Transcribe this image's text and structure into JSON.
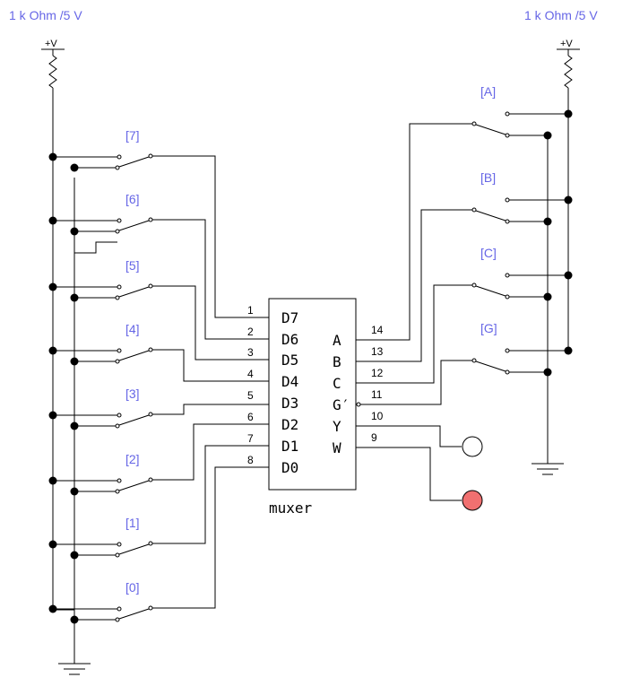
{
  "supply_labels": {
    "left": "1 k Ohm /5 V",
    "right": "1 k Ohm /5 V"
  },
  "vcc_label": "+V",
  "data_switches": [
    "[7]",
    "[6]",
    "[5]",
    "[4]",
    "[3]",
    "[2]",
    "[1]",
    "[0]"
  ],
  "select_switches": [
    "[A]",
    "[B]",
    "[C]",
    "[G]"
  ],
  "chip": {
    "name": "muxer",
    "left_pins": [
      {
        "num": "1",
        "name": "D7"
      },
      {
        "num": "2",
        "name": "D6"
      },
      {
        "num": "3",
        "name": "D5"
      },
      {
        "num": "4",
        "name": "D4"
      },
      {
        "num": "5",
        "name": "D3"
      },
      {
        "num": "6",
        "name": "D2"
      },
      {
        "num": "7",
        "name": "D1"
      },
      {
        "num": "8",
        "name": "D0"
      }
    ],
    "right_pins": [
      {
        "num": "14",
        "name": "A"
      },
      {
        "num": "13",
        "name": "B"
      },
      {
        "num": "12",
        "name": "C"
      },
      {
        "num": "11",
        "name": "G′"
      },
      {
        "num": "10",
        "name": "Y"
      },
      {
        "num": "9",
        "name": "W"
      }
    ]
  },
  "outputs": {
    "y_led_color": "#ffffff",
    "w_led_color": "#f07070"
  },
  "colors": {
    "label_blue": "#6666e6",
    "wire": "#000000"
  }
}
